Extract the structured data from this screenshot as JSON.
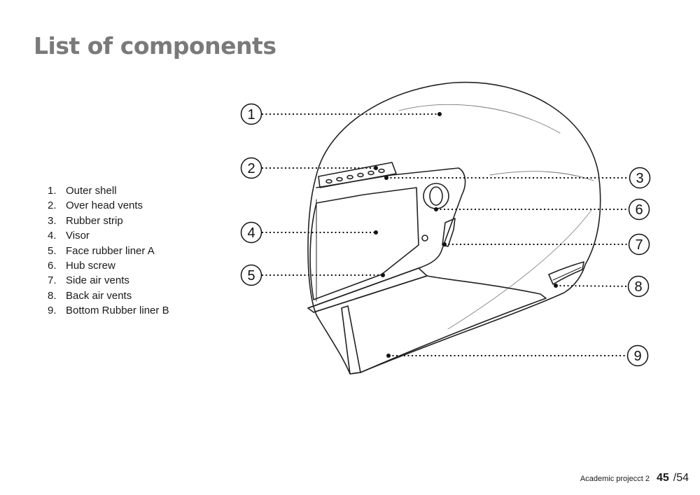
{
  "page": {
    "title": "List of components"
  },
  "components": [
    {
      "number": "1.",
      "label": "Outer shell"
    },
    {
      "number": "2.",
      "label": "Over head vents"
    },
    {
      "number": "3.",
      "label": "Rubber strip"
    },
    {
      "number": "4.",
      "label": "Visor"
    },
    {
      "number": "5.",
      "label": "Face rubber liner A"
    },
    {
      "number": "6.",
      "label": "Hub screw"
    },
    {
      "number": "7.",
      "label": "Side air vents"
    },
    {
      "number": "8.",
      "label": "Back air vents"
    },
    {
      "number": "9.",
      "label": "Bottom Rubber liner B"
    }
  ],
  "callouts": [
    "1",
    "2",
    "3",
    "4",
    "5",
    "6",
    "7",
    "8",
    "9"
  ],
  "footer": {
    "project": "Academic projecct 2",
    "page": "45",
    "total": "/54"
  }
}
